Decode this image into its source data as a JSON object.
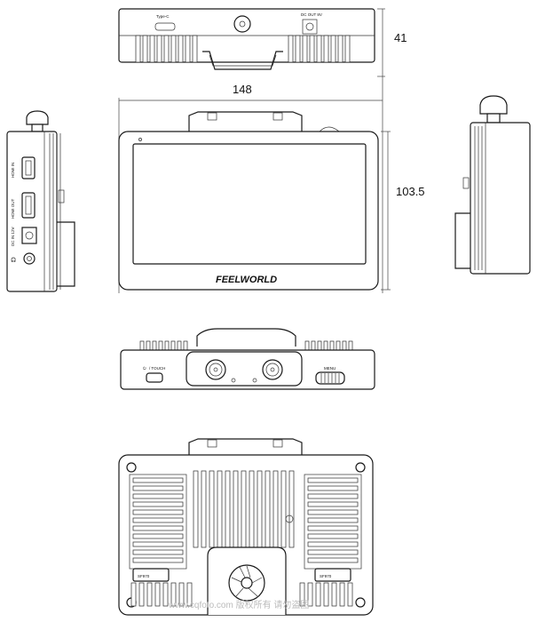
{
  "dimensions": {
    "depth": "41",
    "width": "148",
    "height": "103.5"
  },
  "top_view": {
    "typec_label": "Type-C",
    "dcout_label": "DC OUT 8V"
  },
  "left_view": {
    "hdmi_in_label": "HDMI IN",
    "hdmi_out_label": "HDMI OUT",
    "dc_in_label": "DC IN 12V"
  },
  "front_view": {
    "brand": "FEELWORLD"
  },
  "bottom_view": {
    "touch_label": "/ TOUCH",
    "menu_label": "MENU"
  },
  "back_view": {
    "model_left": "SF970",
    "model_right": "SF970"
  },
  "watermark": "www.cqfoto.com 版权所有 请勿盗图"
}
